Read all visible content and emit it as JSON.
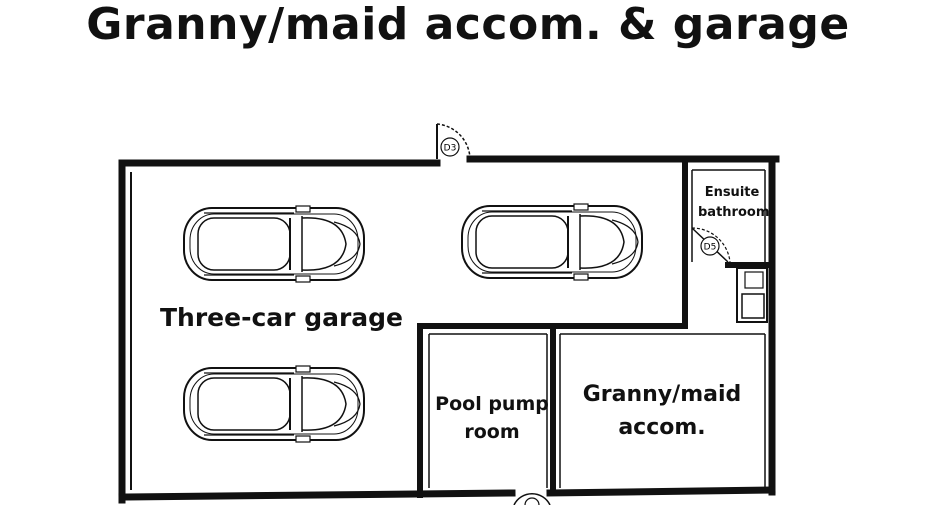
{
  "title": "Granny/maid  accom. & garage",
  "rooms": {
    "garage": "Three-car garage",
    "ensuite_line1": "Ensuite",
    "ensuite_line2": "bathroom",
    "pump_line1": "Pool pump",
    "pump_line2": "room",
    "granny_line1": "Granny/maid",
    "granny_line2": "accom."
  },
  "doors": {
    "d3": "D3",
    "d5": "D5"
  },
  "colors": {
    "wall": "#111111",
    "background": "#ffffff"
  }
}
